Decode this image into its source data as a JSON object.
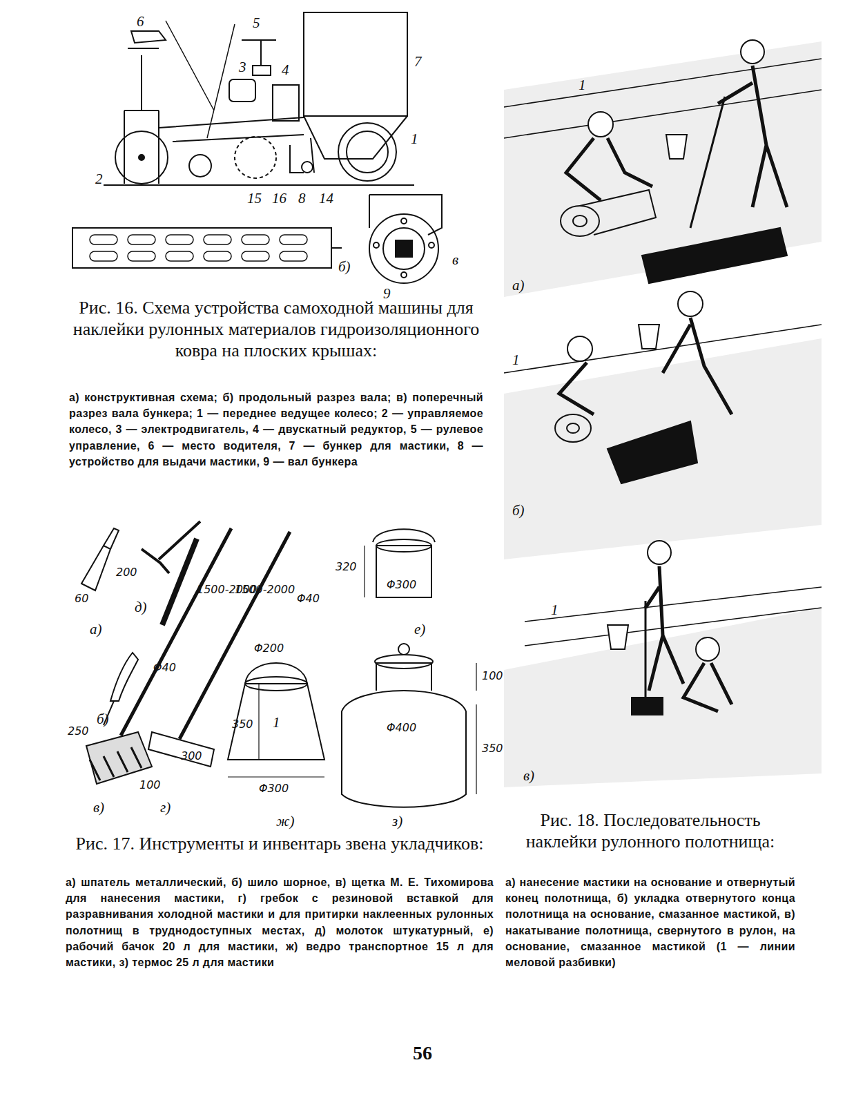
{
  "diagram": {
    "labels": [
      "6",
      "5",
      "3",
      "4",
      "7",
      "1",
      "2",
      "15",
      "16",
      "8",
      "14",
      "б)",
      "в",
      "9",
      "Рис. 16. Схема устройства самоходной машины для наклейки рулонных материалов гидроизоляционного ковра на плоских крышах:",
      "а) конструктивная схема; б) продольный разрез вала; в) поперечный разрез вала бункера; 1 — переднее ведущее колесо; 2 — управляемое колесо, 3 — электродвигатель, 4 — двускатный редуктор, 5 — рулевое управление, 6 — место водителя, 7 — бункер для мастики, 8 — устройство для выдачи мастики, 9 — вал бункера",
      "200",
      "60",
      "а)",
      "д)",
      "1500-2000",
      "1500-2000",
      "Φ40",
      "Φ40",
      "б)",
      "250",
      "100",
      "300",
      "в)",
      "г)",
      "320",
      "Φ300",
      "е)",
      "Φ200",
      "350",
      "1",
      "Φ300",
      "ж)",
      "Φ400",
      "100",
      "350",
      "з)",
      "Рис. 17. Инструменты и инвентарь звена укладчиков:",
      "а) шпатель металлический, б) шило шорное, в) щетка М. Е. Тихомирова для нанесения мастики, г) гребок с резиновой вставкой для разравнивания холодной мастики и для притирки наклеенных рулонных полотнищ в труднодоступных местах, д) молоток штукатурный, е) рабочий бачок 20 л для мастики, ж) ведро транспортное 15 л для мастики, з) термос 25 л для мастики",
      "1",
      "а)",
      "1",
      "б)",
      "1",
      "в)",
      "Рис. 18. Последовательность наклейки рулонного полотнища:",
      "а) нанесение мастики на основание и отвернутый конец полотнища, б) укладка отвернутого конца полотнища на основание, смазанное мастикой, в) накатывание полотнища, свернутого в рулон, на основание, смазанное мастикой (1 — линии меловой разбивки)",
      "56"
    ]
  }
}
